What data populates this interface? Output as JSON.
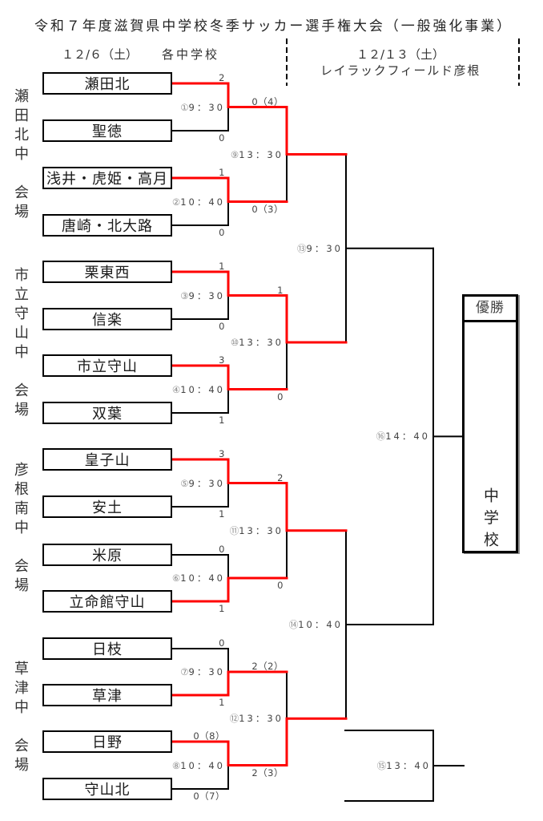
{
  "title": "令和７年度滋賀県中学校冬季サッカー選手権大会（一般強化事業）",
  "header": {
    "day1": {
      "date": "１２/６（土）",
      "venue": "各中学校"
    },
    "day2": {
      "date": "１２/１３（土）",
      "venue": "レイラックフィールド彦根"
    }
  },
  "venues": [
    {
      "name": "瀬田北中",
      "suffix": "会場"
    },
    {
      "name": "市立守山中",
      "suffix": "会場"
    },
    {
      "name": "彦根南中",
      "suffix": "会場"
    },
    {
      "name": "草津中",
      "suffix": "会場"
    }
  ],
  "teams": [
    "瀬田北",
    "聖徳",
    "浅井・虎姫・高月",
    "唐崎・北大路",
    "栗東西",
    "信楽",
    "市立守山",
    "双葉",
    "皇子山",
    "安土",
    "米原",
    "立命館守山",
    "日枝",
    "草津",
    "日野",
    "守山北"
  ],
  "rounds": {
    "r1": [
      {
        "no": "①",
        "time": "9：30",
        "scores": [
          "2",
          "0"
        ],
        "winner": 0
      },
      {
        "no": "②",
        "time": "10：40",
        "scores": [
          "1",
          "0"
        ],
        "winner": 0
      },
      {
        "no": "③",
        "time": "9：30",
        "scores": [
          "1",
          "0"
        ],
        "winner": 0
      },
      {
        "no": "④",
        "time": "10：40",
        "scores": [
          "3",
          "1"
        ],
        "winner": 0
      },
      {
        "no": "⑤",
        "time": "9：30",
        "scores": [
          "3",
          "1"
        ],
        "winner": 0
      },
      {
        "no": "⑥",
        "time": "10：40",
        "scores": [
          "0",
          "1"
        ],
        "winner": 1
      },
      {
        "no": "⑦",
        "time": "9：30",
        "scores": [
          "0",
          "1"
        ],
        "winner": 1
      },
      {
        "no": "⑧",
        "time": "10：40",
        "scores": [
          "0（8）",
          "0（7）"
        ],
        "winner": 0
      }
    ],
    "r2": [
      {
        "no": "⑨",
        "time": "13：30",
        "scores": [
          "0（4）",
          "0（3）"
        ],
        "winner": 0
      },
      {
        "no": "⑩",
        "time": "13：30",
        "scores": [
          "1",
          "0"
        ],
        "winner": 0
      },
      {
        "no": "⑪",
        "time": "13：30",
        "scores": [
          "2",
          "0"
        ],
        "winner": 0
      },
      {
        "no": "⑫",
        "time": "13：30",
        "scores": [
          "2（2）",
          "2（3）"
        ],
        "winner": 1
      }
    ],
    "r3": [
      {
        "no": "⑬",
        "time": "9：30",
        "winner": null
      },
      {
        "no": "⑭",
        "time": "10：40",
        "winner": null
      }
    ],
    "final": {
      "no": "⑯",
      "time": "14：40",
      "winner": null
    },
    "third_place": {
      "no": "⑮",
      "time": "13：40"
    }
  },
  "champion": {
    "label": "優勝",
    "value": "中学校"
  },
  "colors": {
    "advance_line": "#FF0000",
    "bracket_line": "#000000"
  }
}
